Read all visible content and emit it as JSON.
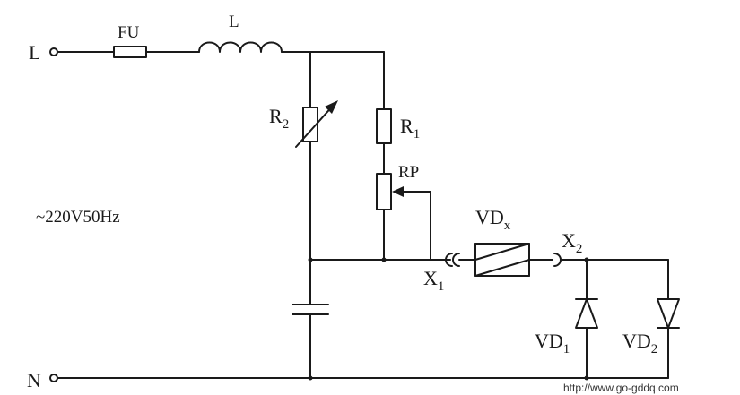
{
  "labels": {
    "terminal_L": "L",
    "terminal_N": "N",
    "fuse": "FU",
    "inductor": "L",
    "r2_main": "R",
    "r2_sub": "2",
    "r1_main": "R",
    "r1_sub": "1",
    "rp": "RP",
    "supply": "~220V50Hz",
    "vdx_main": "VD",
    "vdx_sub": "x",
    "x1_main": "X",
    "x1_sub": "1",
    "x2_main": "X",
    "x2_sub": "2",
    "vd1_main": "VD",
    "vd1_sub": "1",
    "vd2_main": "VD",
    "vd2_sub": "2",
    "watermark": "http://www.go-gddq.com"
  }
}
